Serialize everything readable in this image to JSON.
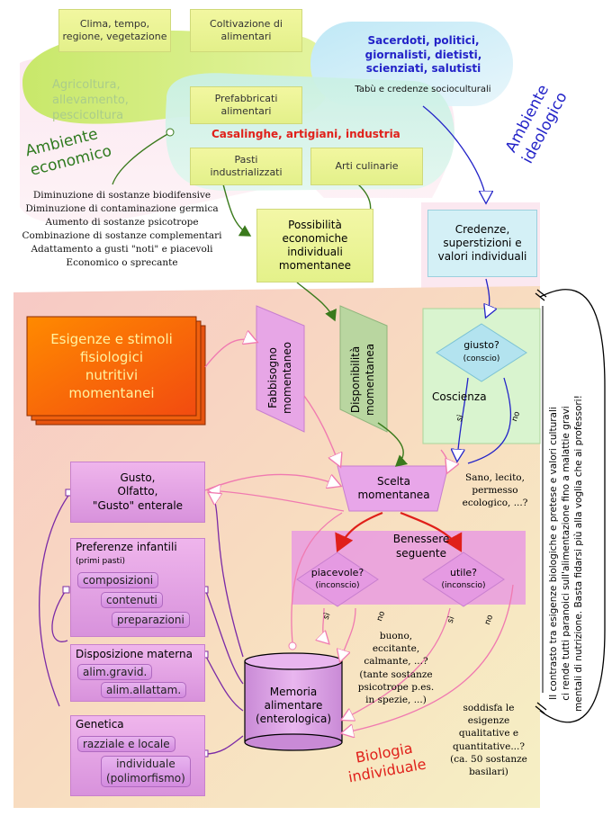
{
  "top_boxes": {
    "clima": "Clima, tempo,\nregione, vegetazione",
    "coltivazione": "Coltivazione di\nalimentari",
    "prefabbricati": "Prefabbricati\nalimentari",
    "pasti": "Pasti\nindustrializzati",
    "arti": "Arti culinarie"
  },
  "agricoltura": "Agricoltura,\nallevamento,\npescicoltura",
  "casalinghe": "Casalinghe, artigiani, industria",
  "sacerdoti": "Sacerdoti, politici,\ngiornalisti, dietisti,\nscienziati, salutisti",
  "tabu": "Tabù e credenze socioculturali",
  "ambiente_economico": "Ambiente\neconomico",
  "ambiente_ideologico": "Ambiente\nideologico",
  "economic_list": [
    "Diminuzione di sostanze biodifensive",
    "Diminuzione di contaminazione germica",
    "Aumento di sostanze psicotrope",
    "Combinazione di sostanze complementari",
    "Adattamento a gusti \"noti\" e piacevoli",
    "Economico o sprecante"
  ],
  "possibilita": "Possibilità\neconomiche\nindividuali\nmomentanee",
  "credenze": "Credenze,\nsuperstizioni e\nvalori individuali",
  "esigenze": "Esigenze e stimoli\nfisiologici\nnutritivi\nmomentanei",
  "fabbisogno": "Fabbisogno\nmomentaneo",
  "disponibilita": "Disponibilità\nmomentanea",
  "giusto": "giusto?",
  "giusto_sub": "(conscio)",
  "coscienza": "Coscienza",
  "si": "sì",
  "no": "no",
  "sano": "Sano, lecito,\npermesso\necologico, ...?",
  "scelta": "Scelta\nmomentanea",
  "benessere": "Benessere\nseguente",
  "piacevole": "piacevole?",
  "piacevole_sub": "(inconscio)",
  "utile": "utile?",
  "utile_sub": "(inconscio)",
  "gusto": "Gusto,\nOlfatto,\n\"Gusto\" enterale",
  "preferenze": "Preferenze infantili",
  "primi_pasti": "(primi pasti)",
  "pref_items": [
    "composizioni",
    "contenuti",
    "preparazioni"
  ],
  "disposizione": "Disposizione materna",
  "disp_items": [
    "alim.gravid.",
    "alim.allattam."
  ],
  "genetica": "Genetica",
  "gen_items": [
    "razziale e locale",
    "individuale\n(polimorfismo)"
  ],
  "memoria": "Memoria\nalimentare\n(enterologica)",
  "buono": "buono,\neccitante,\ncalmante, ...?\n(tante sostanze\npsicotrope p.es.\nin spezie, ...)",
  "soddisfa": "soddisfa le\nesigenze\nqualitative e\nquantitative...?\n(ca. 50 sostanze\nbasilari)",
  "biologia": "Biologia\nindividuale",
  "side_note": "Il contrasto tra esigenze biologiche e pretese e valori culturali\nci rende tutti paranoici sull'alimentazione fino a malattie gravi\nmentali di nutrizione. Basta fidarsi più alla voglia che ai professori!",
  "colors": {
    "green": "#2f7a1f",
    "blue": "#2323c8",
    "red": "#e0201a",
    "orange": "#ff7a00"
  }
}
